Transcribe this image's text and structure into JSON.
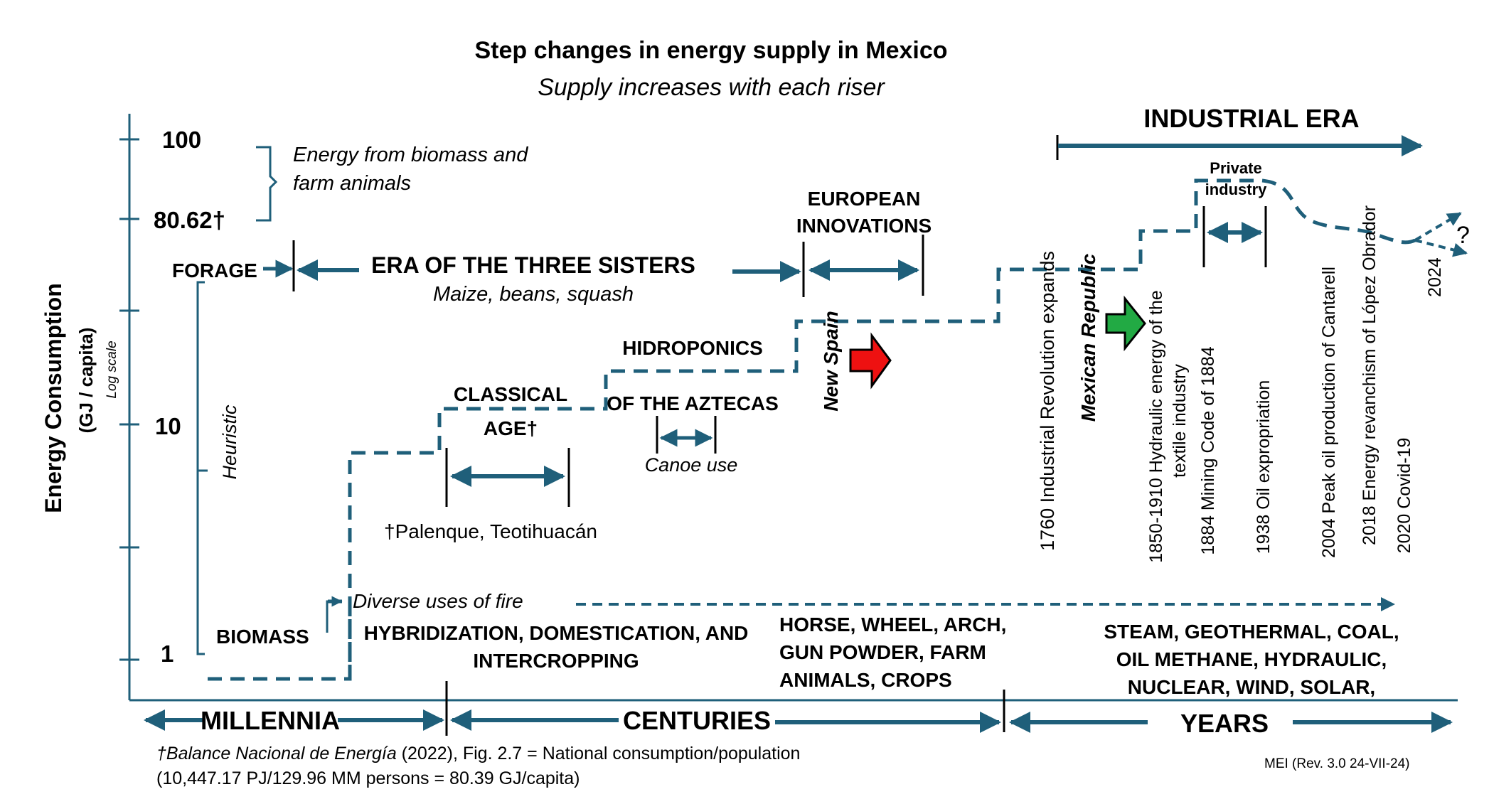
{
  "title": "Step changes in energy supply in Mexico",
  "subtitle": "Supply increases with each riser",
  "y_axis": {
    "label": "Energy Consumption",
    "unit": "(GJ / capita)",
    "scale_note": "Log scale",
    "ticks": [
      "100",
      "80.62†",
      "10",
      "1"
    ]
  },
  "left_labels": {
    "biomass_note_line1": "Energy from biomass and",
    "biomass_note_line2": "farm animals",
    "forage": "FORAGE",
    "heuristic": "Heuristic",
    "biomass": "BIOMASS"
  },
  "eras": {
    "three_sisters": "ERA OF THE THREE SISTERS",
    "three_sisters_sub": "Maize, beans, squash",
    "european_line1": "EUROPEAN",
    "european_line2": "INNOVATIONS",
    "industrial": "INDUSTRIAL ERA",
    "classical_line1": "CLASSICAL",
    "classical_line2": "AGE†",
    "hidroponics": "HIDROPONICS",
    "aztecas": "OF THE AZTECAS",
    "canoe": "Canoe use",
    "palenque": "†Palenque, Teotihuacán",
    "new_spain": "New Spain",
    "mexican_republic": "Mexican Republic",
    "private_line1": "Private",
    "private_line2": "industry",
    "question": "?"
  },
  "colors": {
    "step_line": "#1f5f7a",
    "arrow": "#1f5f7a",
    "new_spain_arrow": "#ee1111",
    "republic_arrow": "#22aa44"
  },
  "timeline_events": [
    "1760  Industrial Revolution expands",
    "1850-1910  Hydraulic energy of the",
    "textile industry",
    "1884 Mining Code of 1884",
    "1938 Oil expropriation",
    "2004 Peak oil  production of Cantarell",
    "2018 Energy revanchism of López Obrador",
    "2020 Covid-19",
    "2024"
  ],
  "bottom_notes": {
    "fire": "Diverse uses of fire",
    "hybrid_line1": "HYBRIDIZATION, DOMESTICATION, AND",
    "hybrid_line2": "INTERCROPPING",
    "horse_line1": "HORSE, WHEEL, ARCH,",
    "horse_line2": "GUN POWDER, FARM",
    "horse_line3": "ANIMALS, CROPS",
    "steam_line1": "STEAM, GEOTHERMAL,  COAL,",
    "steam_line2": "OIL  METHANE, HYDRAULIC,",
    "steam_line3": "NUCLEAR, WIND, SOLAR,"
  },
  "time_scale": {
    "millennia": "MILLENNIA",
    "centuries": "CENTURIES",
    "years": "YEARS"
  },
  "footnote": {
    "source_italic": "†Balance Nacional de Energía",
    "source_rest": " (2022), Fig. 2.7 = National consumption/population",
    "line2": "(10,447.17 PJ/129.96 MM persons = 80.39 GJ/capita)",
    "version": "MEI (Rev. 3.0  24-VII-24)"
  }
}
